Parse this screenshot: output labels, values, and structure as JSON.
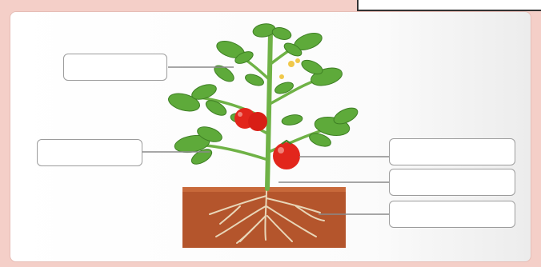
{
  "diagram": {
    "type": "labelled plant diagram",
    "blank_labels": [
      {
        "id": "leaf",
        "text": ""
      },
      {
        "id": "branch",
        "text": ""
      },
      {
        "id": "fruit",
        "text": ""
      },
      {
        "id": "stem",
        "text": ""
      },
      {
        "id": "root",
        "text": ""
      }
    ],
    "colors": {
      "background": "#f4cfc8",
      "panel": "#ffffff",
      "soil": "#b4552c",
      "leaf": "#5eaa3a",
      "stem": "#6fb246",
      "tomato": "#e2261c",
      "leader_line": "#8a8a8a"
    }
  }
}
